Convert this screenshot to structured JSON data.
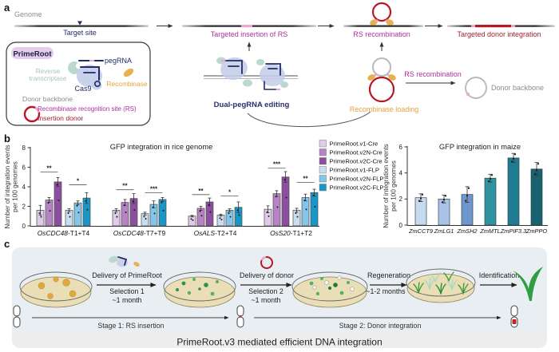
{
  "panels": {
    "a": "a",
    "b": "b",
    "c": "c"
  },
  "panel_a": {
    "genome_label": "Genome",
    "target_site_label": "Target site",
    "primeroot_box": {
      "title": "PrimeRoot",
      "reverse_transcriptase_line1": "Reverse",
      "reverse_transcriptase_line2": "transcriptase",
      "cas9_label": "Cas9",
      "pegrna_label": "pegRNA",
      "recombinase_label": "Recombinase",
      "donor_backbone_label": "Donor backbone",
      "rs_site_label": "Recombinase recognition site (RS)",
      "insertion_donor_label": "Insertion donor"
    },
    "steps": {
      "targeted_insertion_label": "Targeted insertion of RS",
      "dual_pegrna_label": "Dual-pegRNA editing",
      "rs_recombination_top_label": "RS recombination",
      "recombinase_loading_label": "Recombinase loading",
      "rs_recombination_side_label": "RS recombination",
      "donor_backbone_out_label": "Donor backbone",
      "targeted_integration_label": "Targeted donor integration"
    },
    "colors": {
      "magenta": "#ab2f9d",
      "dark_red": "#a6202e",
      "navy": "#232a67",
      "orange": "#e5a33e",
      "rt_teal": "#a3c9b9",
      "gray": "#8c8c8c",
      "donor_red": "#b71824",
      "rs_pink": "#eaa6d8"
    }
  },
  "chart_data": [
    {
      "type": "bar",
      "title": "GFP integration in rice genome",
      "ylabel": "Number of integration events per 100 genomes",
      "ylabel_lines": [
        "Number of integration events",
        "per 100 genomes"
      ],
      "ylim": [
        0,
        8
      ],
      "yticks": [
        0,
        2,
        4,
        6,
        8
      ],
      "categories": [
        "OsCDC48-T1+T4",
        "OsCDC48-T7+T9",
        "OsALS-T2+T4",
        "OsS20-T1+T2"
      ],
      "categories_parts": [
        [
          "OsCDC48",
          "-T1+T4"
        ],
        [
          "OsCDC48",
          "-T7+T9"
        ],
        [
          "OsALS",
          "-T2+T4"
        ],
        [
          "OsS20",
          "-T1+T2"
        ]
      ],
      "series": [
        {
          "name": "PrimeRoot.v1-Cre",
          "color": "#e0cce8",
          "values": [
            1.6,
            1.6,
            1.0,
            1.7
          ],
          "errors": [
            0.5,
            0.15,
            0.08,
            0.35
          ]
        },
        {
          "name": "PrimeRoot.v2N-Cre",
          "color": "#b684c4",
          "values": [
            2.65,
            2.4,
            1.8,
            3.3
          ],
          "errors": [
            0.25,
            0.3,
            0.2,
            0.3
          ]
        },
        {
          "name": "PrimeRoot.v2C-Cre",
          "color": "#8c4fa0",
          "values": [
            4.5,
            2.8,
            2.45,
            5.0
          ],
          "errors": [
            0.45,
            0.5,
            0.4,
            0.55
          ]
        },
        {
          "name": "PrimeRoot.v1-FLP",
          "color": "#c9def1",
          "values": [
            1.6,
            1.25,
            1.1,
            1.6
          ],
          "errors": [
            0.15,
            0.15,
            0.1,
            0.2
          ]
        },
        {
          "name": "PrimeRoot.v2N-FLP",
          "color": "#84c6e9",
          "values": [
            2.35,
            2.2,
            1.6,
            2.9
          ],
          "errors": [
            0.2,
            0.35,
            0.15,
            0.35
          ]
        },
        {
          "name": "PrimeRoot.v2C-FLP",
          "color": "#1896c6",
          "values": [
            2.85,
            2.7,
            1.9,
            3.4
          ],
          "errors": [
            0.55,
            0.2,
            0.55,
            0.35
          ]
        }
      ],
      "significance": [
        {
          "group": 0,
          "trio": "cre",
          "stars": "**",
          "height": 5.5
        },
        {
          "group": 0,
          "trio": "flp",
          "stars": "*",
          "height": 4.2
        },
        {
          "group": 1,
          "trio": "cre",
          "stars": "**",
          "height": 3.7
        },
        {
          "group": 1,
          "trio": "flp",
          "stars": "***",
          "height": 3.4
        },
        {
          "group": 2,
          "trio": "cre",
          "stars": "**",
          "height": 3.2
        },
        {
          "group": 2,
          "trio": "flp",
          "stars": "*",
          "height": 3.05
        },
        {
          "group": 3,
          "trio": "cre",
          "stars": "***",
          "height": 5.9
        },
        {
          "group": 3,
          "trio": "flp",
          "stars": "**",
          "height": 4.45
        }
      ],
      "legend_position": "right"
    },
    {
      "type": "bar",
      "title": "GFP integration in maize",
      "ylabel": "Number of integration events per 100 genomes",
      "ylabel_lines": [
        "Number of integration events",
        "per 100 genomes"
      ],
      "ylim": [
        0,
        6
      ],
      "yticks": [
        0,
        2,
        4,
        6
      ],
      "categories": [
        "ZmCCT9",
        "ZmLG1",
        "ZmSH2",
        "ZmMTL",
        "ZmPIF3.3",
        "ZmPPO"
      ],
      "values": [
        2.1,
        2.0,
        2.35,
        3.6,
        5.15,
        4.3
      ],
      "errors": [
        0.3,
        0.3,
        0.6,
        0.3,
        0.35,
        0.5
      ],
      "colors": [
        "#c6d9ee",
        "#a9c4e6",
        "#7096ce",
        "#2f93a2",
        "#207b91",
        "#19616f"
      ]
    }
  ],
  "panel_c": {
    "step1_title": "Delivery of PrimeRoot",
    "step1_line1": "Selection 1",
    "step1_line2": "~1 month",
    "step2_title": "Delivery of donor",
    "step2_line1": "Selection 2",
    "step2_line2": "~1 month",
    "step3_title": "Regeneration",
    "step3_line1": "~1-2 months",
    "step4_title": "Identification",
    "stage1_label": "Stage 1: RS insertion",
    "stage2_label": "Stage 2: Donor integration",
    "caption": "PrimeRoot.v3 mediated efficient DNA integration"
  }
}
